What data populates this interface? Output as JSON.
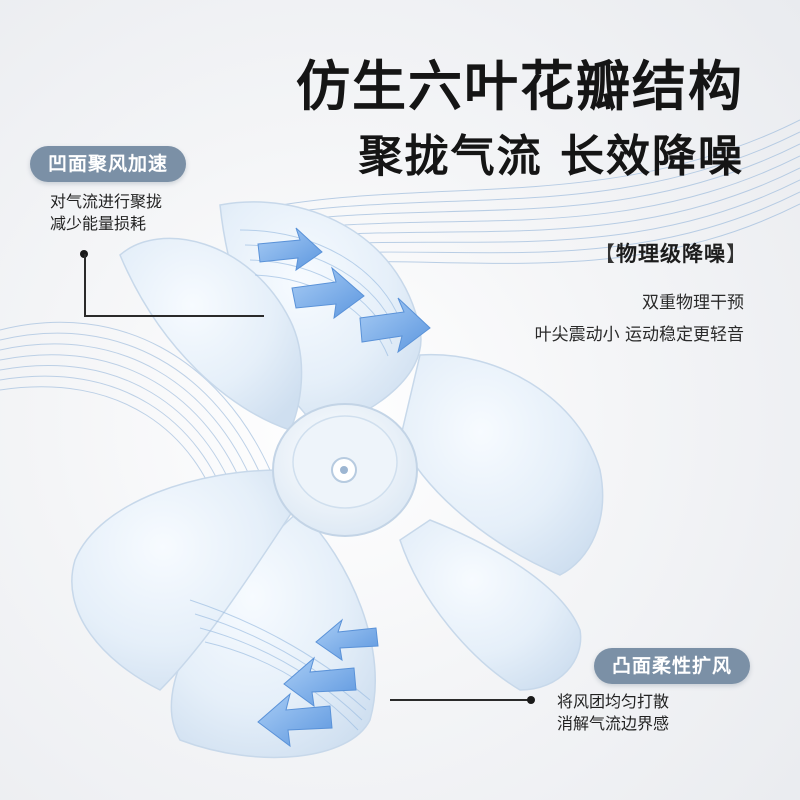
{
  "headline": {
    "line1": "仿生六叶花瓣结构",
    "line2": "聚拢气流 长效降噪"
  },
  "callout_concave": {
    "label": "凹面聚风加速",
    "desc_line1": "对气流进行聚拢",
    "desc_line2": "减少能量损耗"
  },
  "callout_noise": {
    "bracket_open": "【",
    "label": "物理级降噪",
    "bracket_close": "】",
    "desc_line1": "双重物理干预",
    "desc_line2": "叶尖震动小 运动稳定更轻音"
  },
  "callout_convex": {
    "label": "凸面柔性扩风",
    "desc_line1": "将风团均匀打散",
    "desc_line2": "消解气流边界感"
  },
  "colors": {
    "pill_bg": "#7b90a6",
    "blade": "#e7f1fb",
    "arrow": "#6fa6e6",
    "wind_lines": "#a9c3e0"
  }
}
